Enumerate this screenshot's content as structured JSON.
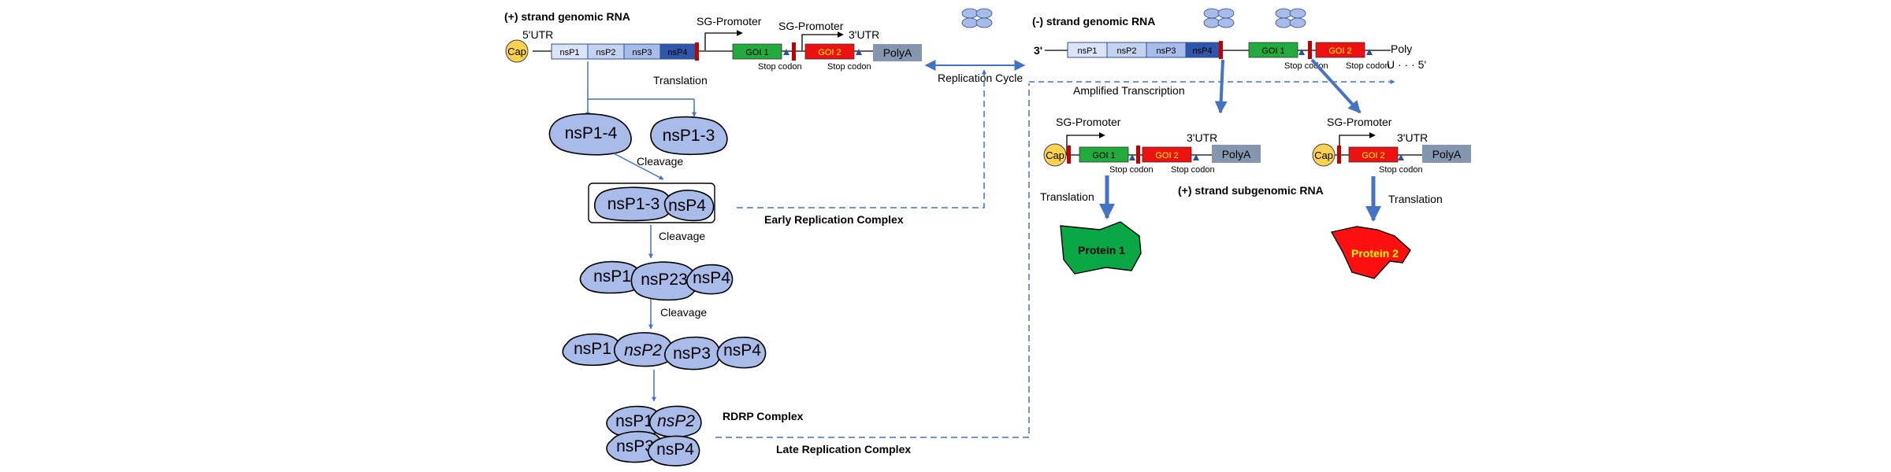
{
  "top": {
    "plus_title": "(+)  strand genomic RNA",
    "minus_title": "(-)  strand genomic RNA",
    "utr5": "5'UTR",
    "utr3": "3'UTR",
    "sg_promoter": "SG-Promoter",
    "replication_cycle": "Replication Cycle",
    "amplified_transcription": "Amplified Transcription",
    "three_prime": "3'",
    "poly_u": "Poly\nU · · · 5'"
  },
  "genome": {
    "cap": "Cap",
    "ns_segments": [
      "nsP1",
      "nsP2",
      "nsP3",
      "nsP4"
    ],
    "goi1": "GOI 1",
    "goi2": "GOI 2",
    "polya": "PolyA",
    "stop_codon": "Stop codon"
  },
  "pathway": {
    "translation": "Translation",
    "cleavage": "Cleavage",
    "nsp14": "nsP1-4",
    "nsp13": "nsP1-3",
    "nsp4": "nsP4",
    "nsp1": "nsP1",
    "nsp23": "nsP23",
    "nsp2": "nsP2",
    "nsp3": "nsP3",
    "early_complex": "Early Replication Complex",
    "rdrp_complex": "RDRP Complex",
    "late_complex": "Late Replication Complex"
  },
  "subgenomic": {
    "title": "(+)  strand subgenomic RNA",
    "translation": "Translation",
    "protein1": "Protein 1",
    "protein2": "Protein 2"
  },
  "colors": {
    "blob_fill": "#a9bbe9",
    "seg_light": "#dbe3f6",
    "seg_mid": "#b4c5ee",
    "seg_dark": "#2f56a8",
    "goi1": "#22aa3c",
    "goi2": "#ee1111",
    "polya": "#8496b0",
    "cap": "#fbd24f",
    "arrow": "#4472c4",
    "protein1": "#0aa845",
    "protein2": "#ff1010",
    "protein2_text": "#ffff00"
  }
}
